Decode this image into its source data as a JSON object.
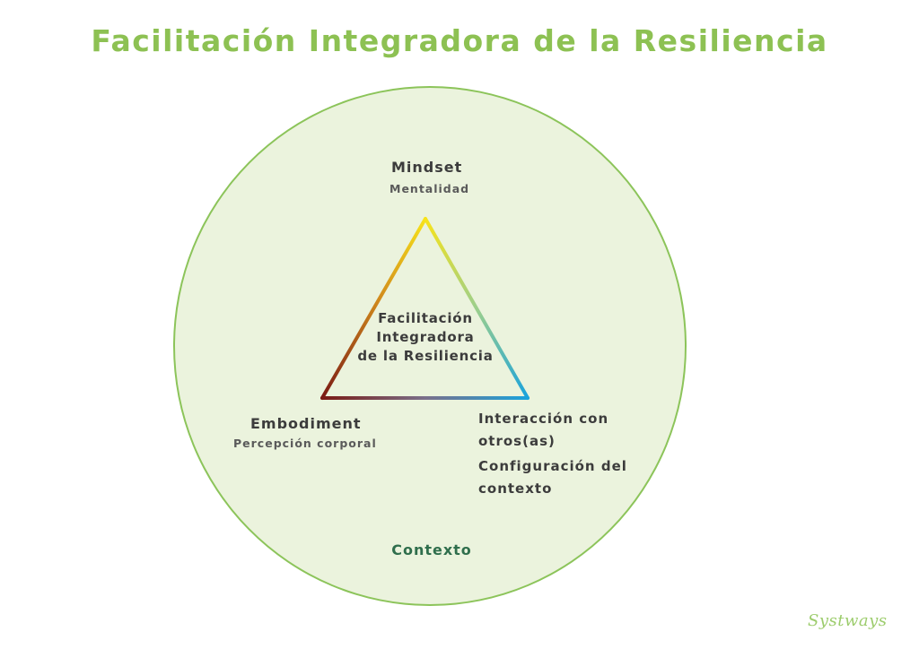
{
  "title": "Facilitación Integradora de la Resiliencia",
  "colors": {
    "title": "#8dc153",
    "circle_fill": "#ebf3dd",
    "circle_stroke": "#8cc45a",
    "context_text": "#2f6e4c",
    "vertex_top": "#f7e31a",
    "vertex_left": "#7a1a14",
    "vertex_right": "#1aa3dc"
  },
  "nodes": {
    "mindset": {
      "title": "Mindset",
      "subtitle": "Mentalidad"
    },
    "embodiment": {
      "title": "Embodiment",
      "subtitle": "Percepción corporal"
    },
    "interaction": {
      "line1": "Interacción con",
      "line2": "otros(as)",
      "line3": "Configuración del",
      "line4": "contexto"
    }
  },
  "center": {
    "line1": "Facilitación",
    "line2": "Integradora",
    "line3": "de la Resiliencia"
  },
  "context_label": "Contexto",
  "logo": "Systways"
}
